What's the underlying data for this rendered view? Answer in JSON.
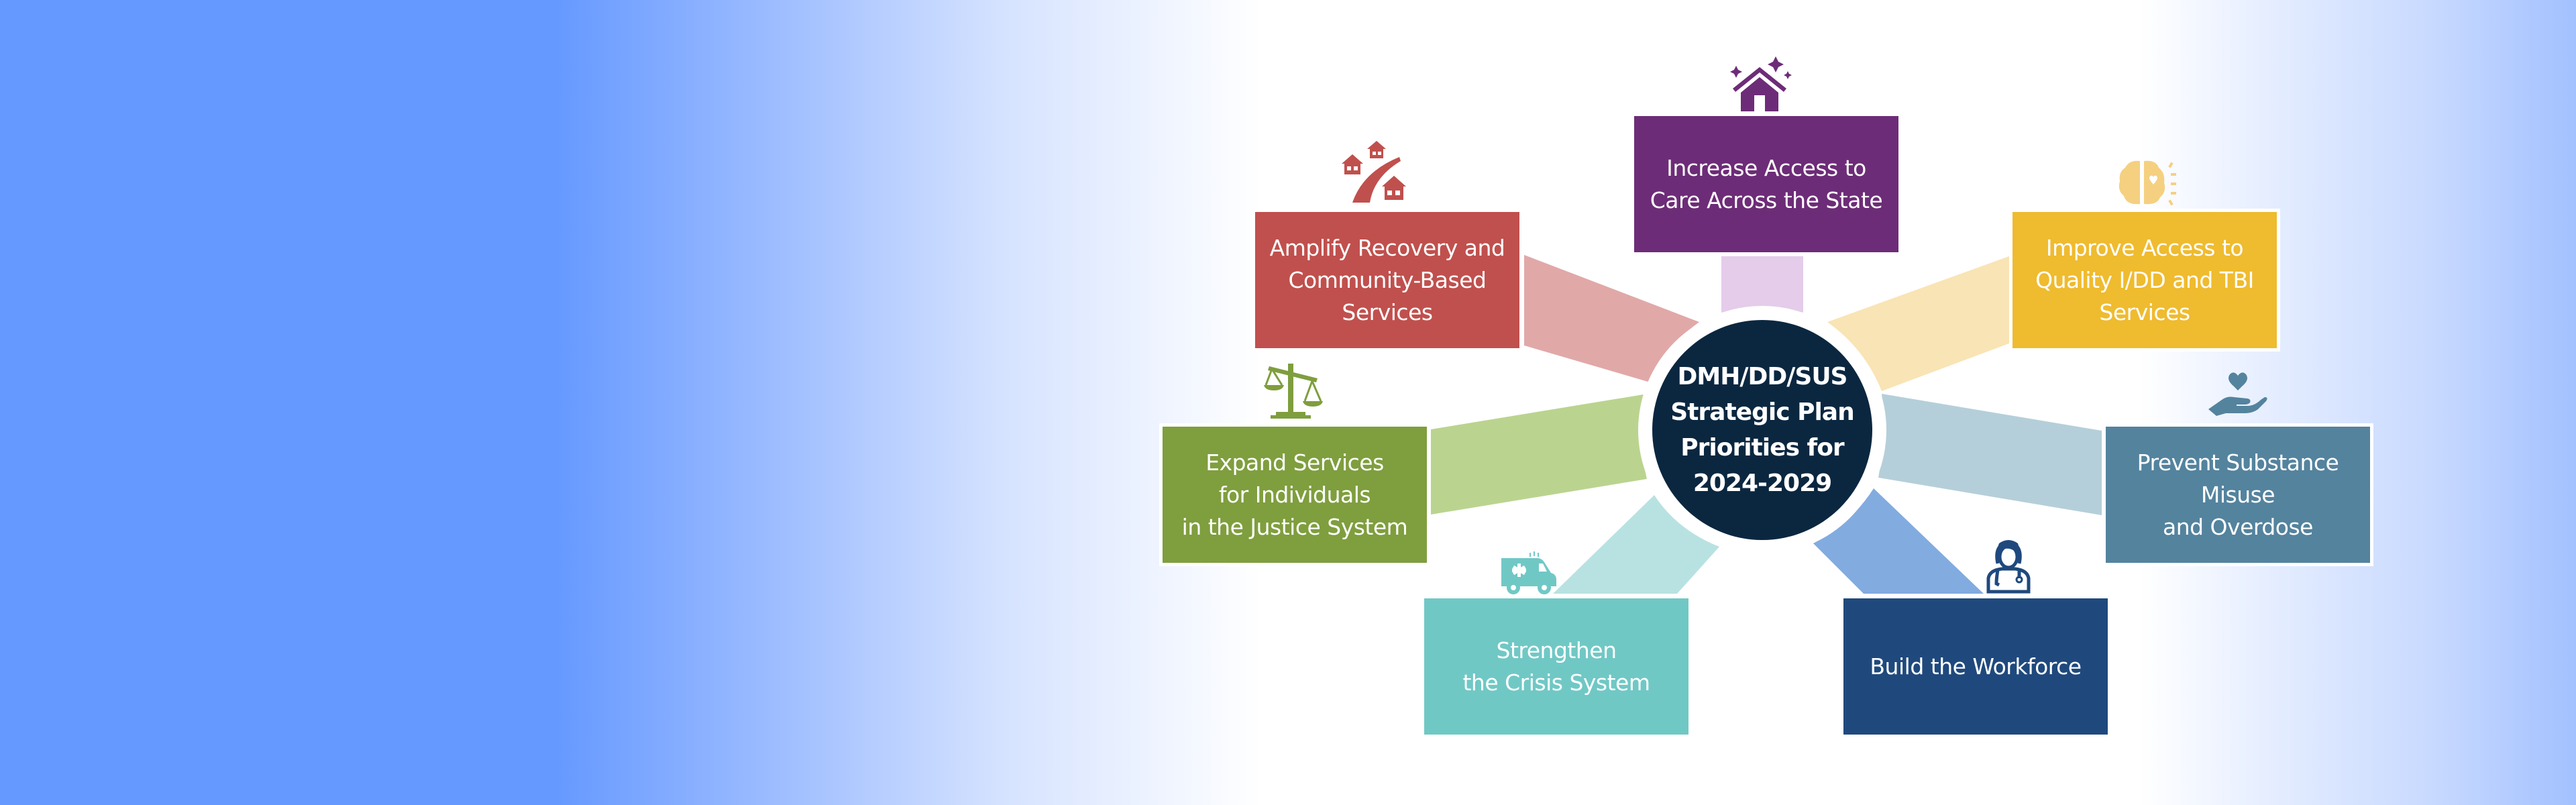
{
  "diagram": {
    "center": {
      "label": "DMH/DD/SUS\nStrategic Plan\nPriorities for\n2024-2029",
      "color": "#0B2740",
      "ring_color": "#FFFFFF"
    },
    "priorities": [
      {
        "id": "access-care",
        "label": "Increase Access to\nCare Across the State",
        "color": "#6D2C77",
        "connector_color": "#E4CCEA",
        "icon": "house-sparkle-icon"
      },
      {
        "id": "idd-tbi",
        "label": "Improve Access to\nQuality I/DD and TBI\nServices",
        "color": "#EFBB2F",
        "connector_color": "#F9E4B5",
        "icon": "brain-heart-icon"
      },
      {
        "id": "substance",
        "label": "Prevent Substance\nMisuse\nand Overdose",
        "color": "#54839E",
        "connector_color": "#B5CFDA",
        "icon": "hand-heart-icon"
      },
      {
        "id": "workforce",
        "label": "Build the Workforce",
        "color": "#1F497D",
        "connector_color": "#82ABE0",
        "icon": "doctor-icon"
      },
      {
        "id": "crisis",
        "label": "Strengthen\nthe Crisis System",
        "color": "#70C8C5",
        "connector_color": "#B8E2E1",
        "icon": "ambulance-icon"
      },
      {
        "id": "justice",
        "label": "Expand Services\nfor Individuals\nin the Justice System",
        "color": "#7F9E3E",
        "connector_color": "#BAD48F",
        "icon": "scales-icon"
      },
      {
        "id": "recovery",
        "label": "Amplify Recovery and\nCommunity-Based\nServices",
        "color": "#C0504D",
        "connector_color": "#E1A8A8",
        "icon": "community-path-icon"
      }
    ]
  }
}
